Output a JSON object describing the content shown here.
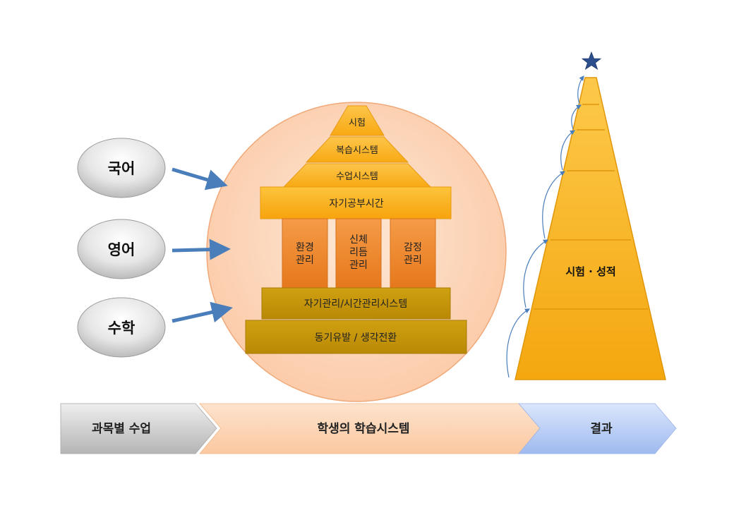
{
  "subjects": [
    {
      "label": "국어"
    },
    {
      "label": "영어"
    },
    {
      "label": "수학"
    }
  ],
  "house": {
    "roof": [
      "시험",
      "복습시스템",
      "수업시스템"
    ],
    "beam": "자기공부시간",
    "pillars": [
      {
        "lines": [
          "환경",
          "관리"
        ]
      },
      {
        "lines": [
          "신체",
          "리듬",
          "관리"
        ]
      },
      {
        "lines": [
          "감정",
          "관리"
        ]
      }
    ],
    "base_top": "자기관리/시간관리시스템",
    "base_bottom": "동기유발 / 생각전환"
  },
  "result": {
    "label": "시험 · 성적",
    "star_icon": "star-icon"
  },
  "flow": [
    {
      "label": "과목별 수업"
    },
    {
      "label": "학생의 학습시스템"
    },
    {
      "label": "결과"
    }
  ],
  "colors": {
    "circle_fill": "#fcd3b3",
    "roof": "#fbb21e",
    "pillar": "#f1892a",
    "base": "#c89708",
    "arrow": "#4a7ebb",
    "star": "#2c4e8c",
    "flow_gray": "#c8c8c8",
    "flow_orange": "#fcd7b8",
    "flow_blue": "#bcd0f6"
  }
}
